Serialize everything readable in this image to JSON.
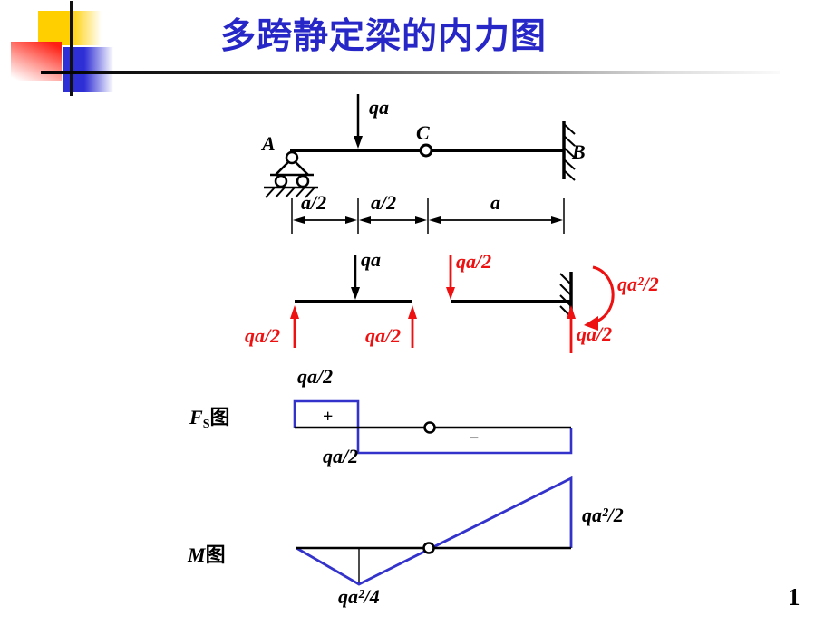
{
  "slide": {
    "title": "多跨静定梁的内力图",
    "page_number": "1"
  },
  "colors": {
    "title_blue": "#2727c8",
    "diagram_blue": "#3333cc",
    "force_red": "#ee1111"
  },
  "beam_diagram": {
    "support_left": "A",
    "hinge": "C",
    "support_right": "B",
    "load": "qa",
    "dim_1": "a/2",
    "dim_2": "a/2",
    "dim_3": "a"
  },
  "free_body_left": {
    "load": "qa",
    "reaction_left": "qa/2",
    "reaction_right": "qa/2"
  },
  "free_body_right": {
    "load_left": "qa/2",
    "reaction_wall": "qa/2",
    "moment_wall": "qa²/2"
  },
  "shear_diagram": {
    "label_symbol": "F",
    "label_subscript": "S",
    "label_suffix": "图",
    "value_top": "qa/2",
    "value_bottom": "qa/2",
    "sign_positive": "+",
    "sign_negative": "−"
  },
  "moment_diagram": {
    "label_symbol": "M",
    "label_suffix": "图",
    "value_peak": "qa²/4",
    "value_end": "qa²/2"
  }
}
